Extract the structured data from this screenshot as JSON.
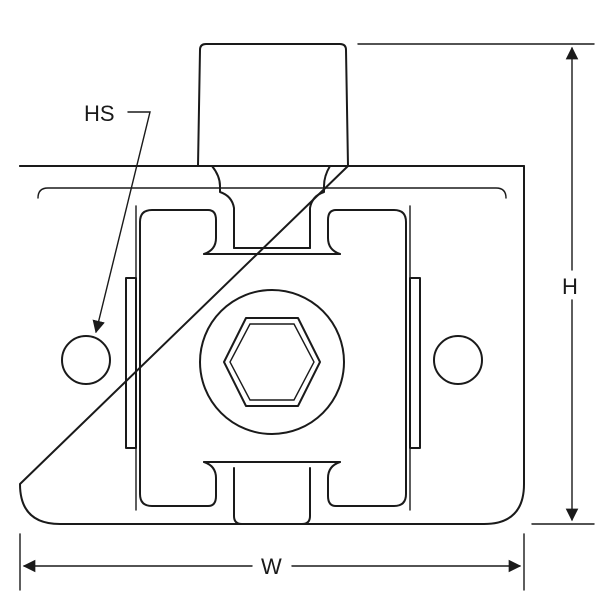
{
  "labels": {
    "hole_size": "HS",
    "height": "H",
    "width": "W"
  },
  "colors": {
    "line": "#1a1a1a",
    "background": "#ffffff"
  }
}
